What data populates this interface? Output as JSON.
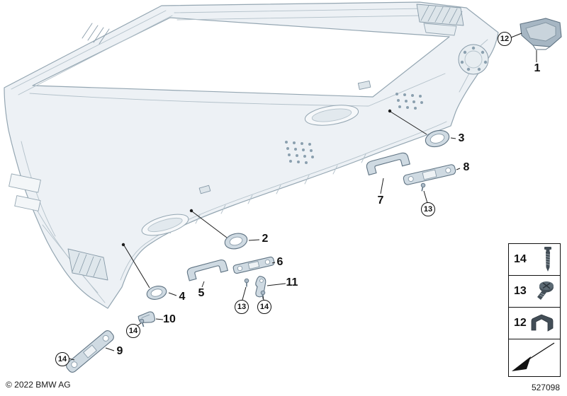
{
  "footer": {
    "copyright": "© 2022 BMW AG",
    "diagram_number": "527098"
  },
  "callouts": {
    "plain": [
      {
        "label": "1"
      },
      {
        "label": "2"
      },
      {
        "label": "3"
      },
      {
        "label": "4"
      },
      {
        "label": "5"
      },
      {
        "label": "6"
      },
      {
        "label": "7"
      },
      {
        "label": "8"
      },
      {
        "label": "9"
      },
      {
        "label": "10"
      },
      {
        "label": "11"
      }
    ],
    "circled": [
      {
        "label": "12"
      },
      {
        "label": "13"
      },
      {
        "label": "13"
      },
      {
        "label": "14"
      },
      {
        "label": "14"
      },
      {
        "label": "14"
      }
    ]
  },
  "legend": {
    "rows": [
      {
        "label": "14",
        "icon": "screw-icon"
      },
      {
        "label": "13",
        "icon": "pan-head-screw-icon"
      },
      {
        "label": "12",
        "icon": "spring-clip-icon"
      },
      {
        "label": "",
        "icon": "direction-of-travel-icon"
      }
    ]
  },
  "colors": {
    "line_art": "#94a6b2",
    "part_fill": "#cfdae2",
    "callout_text": "#111111"
  }
}
